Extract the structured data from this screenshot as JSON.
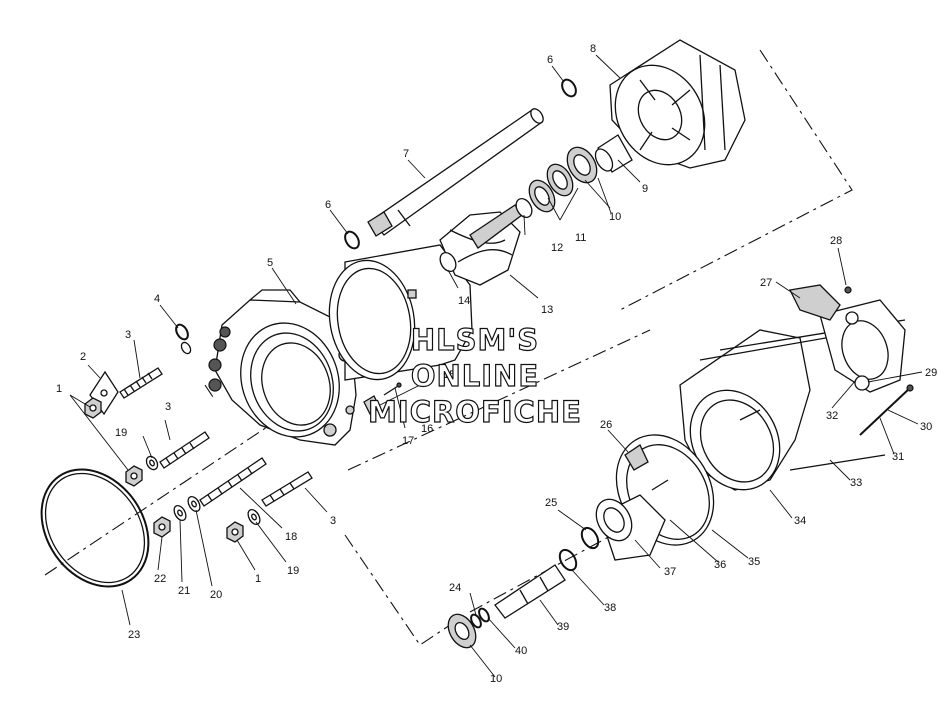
{
  "watermark": {
    "line1": "HLSM'S",
    "line2": "ONLINE",
    "line3": "MICROFICHE"
  },
  "callouts": [
    {
      "id": "c1a",
      "text": "1"
    },
    {
      "id": "c2",
      "text": "2"
    },
    {
      "id": "c3a",
      "text": "3"
    },
    {
      "id": "c4",
      "text": "4"
    },
    {
      "id": "c5",
      "text": "5"
    },
    {
      "id": "c6a",
      "text": "6"
    },
    {
      "id": "c6b",
      "text": "6"
    },
    {
      "id": "c7",
      "text": "7"
    },
    {
      "id": "c8",
      "text": "8"
    },
    {
      "id": "c9",
      "text": "9"
    },
    {
      "id": "c10a",
      "text": "10"
    },
    {
      "id": "c11",
      "text": "11"
    },
    {
      "id": "c12",
      "text": "12"
    },
    {
      "id": "c13",
      "text": "13"
    },
    {
      "id": "c14",
      "text": "14"
    },
    {
      "id": "c15",
      "text": "15"
    },
    {
      "id": "c16",
      "text": "16"
    },
    {
      "id": "c17",
      "text": "17"
    },
    {
      "id": "c3b",
      "text": "3"
    },
    {
      "id": "c19a",
      "text": "19"
    },
    {
      "id": "c3c",
      "text": "3"
    },
    {
      "id": "c18",
      "text": "18"
    },
    {
      "id": "c19b",
      "text": "19"
    },
    {
      "id": "c1b",
      "text": "1"
    },
    {
      "id": "c20",
      "text": "20"
    },
    {
      "id": "c21",
      "text": "21"
    },
    {
      "id": "c22",
      "text": "22"
    },
    {
      "id": "c23",
      "text": "23"
    },
    {
      "id": "c24",
      "text": "24"
    },
    {
      "id": "c25",
      "text": "25"
    },
    {
      "id": "c26",
      "text": "26"
    },
    {
      "id": "c27",
      "text": "27"
    },
    {
      "id": "c28",
      "text": "28"
    },
    {
      "id": "c29",
      "text": "29"
    },
    {
      "id": "c30",
      "text": "30"
    },
    {
      "id": "c31",
      "text": "31"
    },
    {
      "id": "c32",
      "text": "32"
    },
    {
      "id": "c33",
      "text": "33"
    },
    {
      "id": "c34",
      "text": "34"
    },
    {
      "id": "c35",
      "text": "35"
    },
    {
      "id": "c36",
      "text": "36"
    },
    {
      "id": "c37",
      "text": "37"
    },
    {
      "id": "c38",
      "text": "38"
    },
    {
      "id": "c39",
      "text": "39"
    },
    {
      "id": "c40",
      "text": "40"
    },
    {
      "id": "c10b",
      "text": "10"
    },
    {
      "id": "c10c",
      "text": "10"
    }
  ]
}
